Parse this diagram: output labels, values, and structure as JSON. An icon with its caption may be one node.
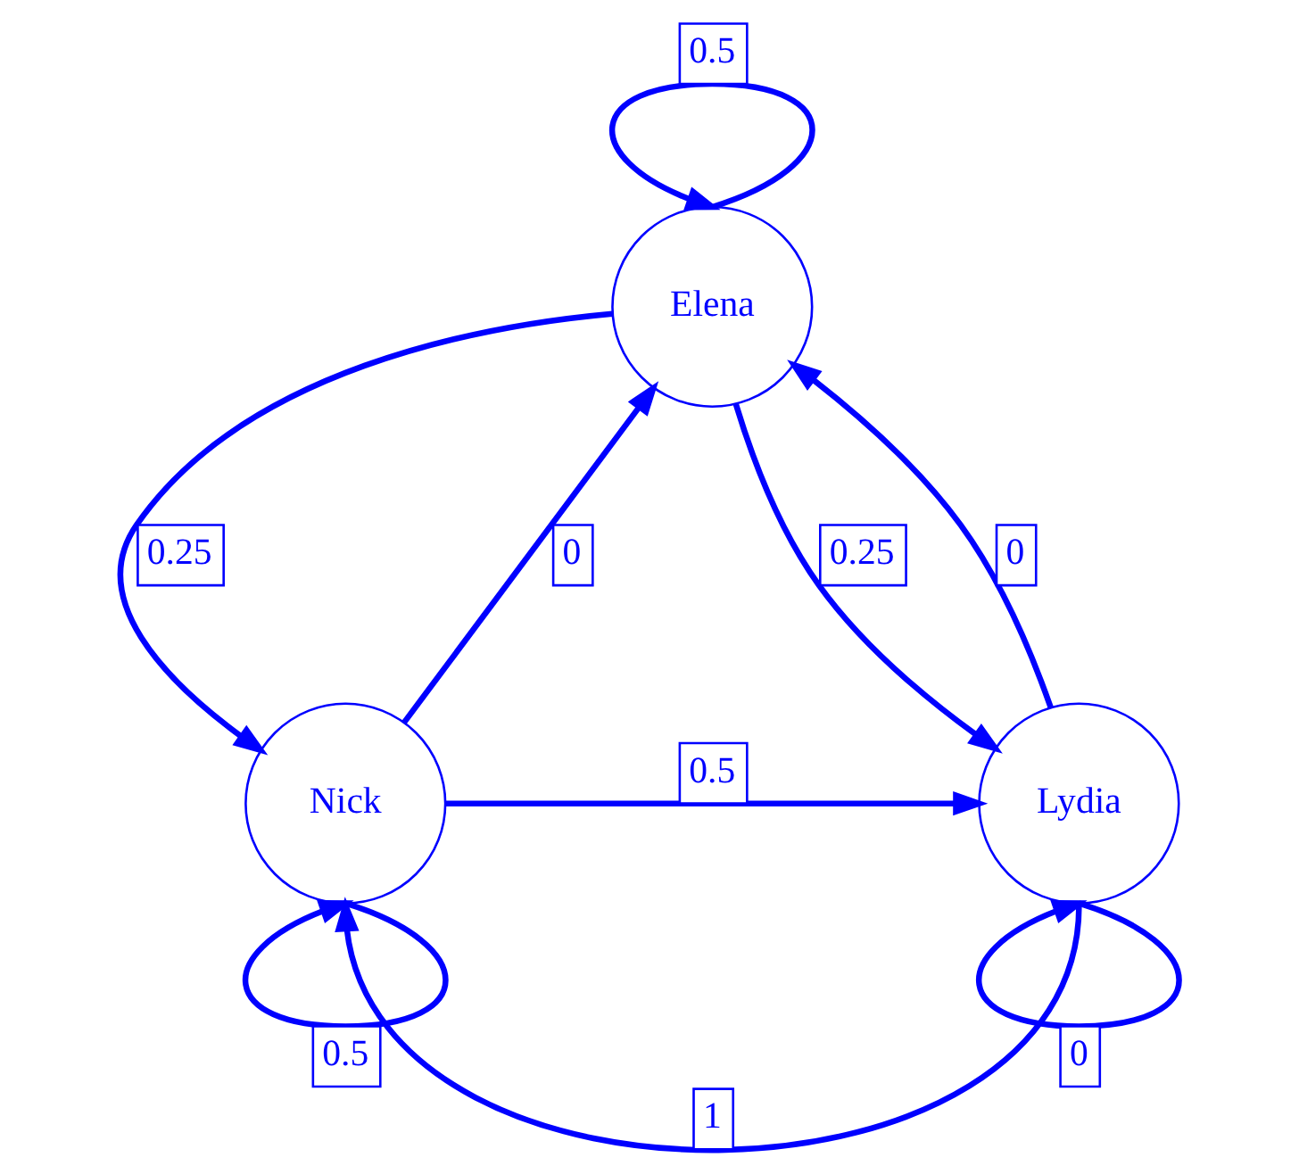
{
  "diagram": {
    "nodes": [
      {
        "text": [
          "Elena"
        ]
      },
      {
        "text": [
          "Nick"
        ]
      },
      {
        "text": [
          "Lydia"
        ]
      }
    ],
    "edges": [
      {
        "from": 0,
        "to": 0,
        "arrow": "to",
        "label": "0.5"
      },
      {
        "from": 0,
        "to": 1,
        "arrow": "to",
        "label": "0.25"
      },
      {
        "from": 0,
        "to": 2,
        "arrow": "to",
        "label": "0.25"
      },
      {
        "from": 1,
        "to": 0,
        "arrow": "to",
        "label": "0"
      },
      {
        "from": 2,
        "to": 0,
        "arrow": "to",
        "label": "0"
      },
      {
        "from": 1,
        "to": 2,
        "arrow": "to",
        "label": "0.5"
      },
      {
        "from": 2,
        "to": 1,
        "arrow": "to",
        "label": "1"
      },
      {
        "from": 1,
        "to": 1,
        "arrow": "to",
        "label": "0.5"
      },
      {
        "from": 2,
        "to": 2,
        "arrow": "to",
        "label": "0"
      }
    ]
  }
}
